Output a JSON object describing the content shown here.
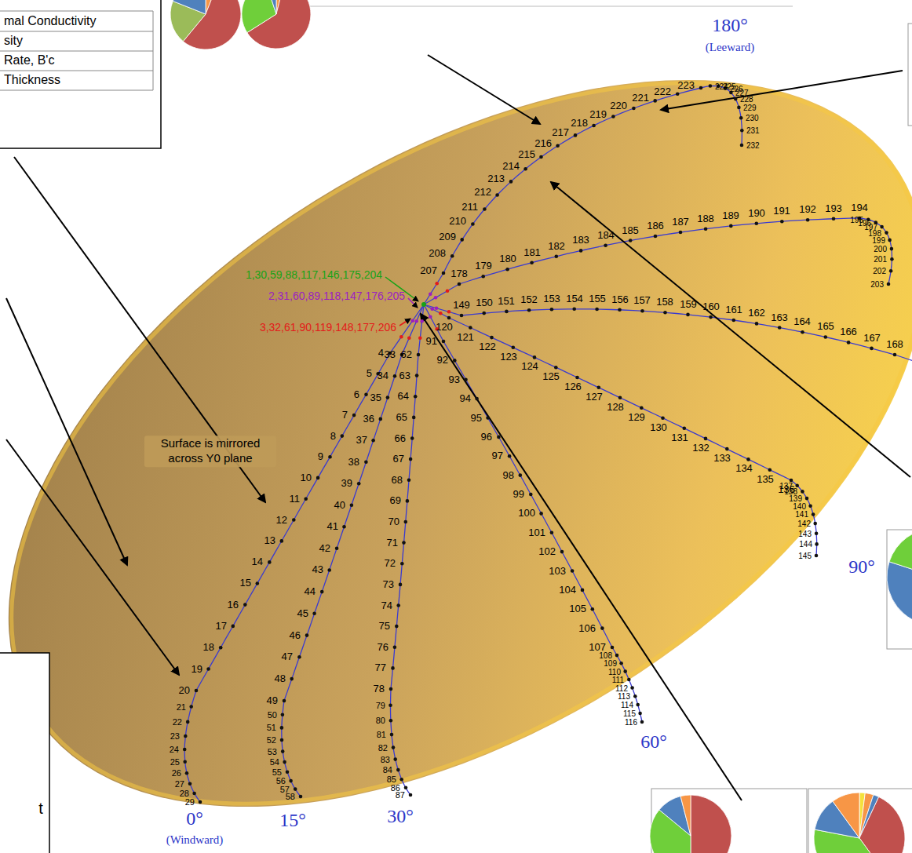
{
  "diagram": {
    "labels": [
      "mal Conductivity",
      "sity",
      "Rate, B'c",
      "Thickness",
      "180°",
      "(Leeward)",
      "Surface is mirrored across Y0 plane",
      "1,30,59,88,117,146,175,204",
      "2,31,60,89,118,147,176,205",
      "3,32,61,90,119,148,177,206",
      "90°",
      "60°",
      "0°",
      "(Windward)",
      "15°",
      "30°",
      "t",
      "4",
      "5",
      "6",
      "7",
      "8",
      "9",
      "10",
      "11",
      "12",
      "13",
      "14",
      "15",
      "16",
      "17",
      "18",
      "19",
      "20",
      "21",
      "22",
      "23",
      "24",
      "25",
      "26",
      "27",
      "28",
      "29",
      "33",
      "34",
      "35",
      "36",
      "37",
      "38",
      "39",
      "40",
      "41",
      "42",
      "43",
      "44",
      "45",
      "46",
      "47",
      "48",
      "49",
      "50",
      "51",
      "52",
      "53",
      "54",
      "55",
      "56",
      "57",
      "58",
      "62",
      "63",
      "64",
      "65",
      "66",
      "67",
      "68",
      "69",
      "70",
      "71",
      "72",
      "73",
      "74",
      "75",
      "76",
      "77",
      "78",
      "79",
      "80",
      "81",
      "82",
      "83",
      "84",
      "85",
      "86",
      "87",
      "91",
      "92",
      "93",
      "94",
      "95",
      "96",
      "97",
      "98",
      "99",
      "100",
      "101",
      "102",
      "103",
      "104",
      "105",
      "106",
      "107",
      "108",
      "109",
      "110",
      "111",
      "112",
      "113",
      "114",
      "115",
      "116",
      "120",
      "121",
      "122",
      "123",
      "124",
      "125",
      "126",
      "127",
      "128",
      "129",
      "130",
      "131",
      "132",
      "133",
      "134",
      "135",
      "136",
      "137",
      "138",
      "139",
      "140",
      "141",
      "142",
      "143",
      "144",
      "145",
      "149",
      "150",
      "151",
      "152",
      "153",
      "154",
      "155",
      "156",
      "157",
      "158",
      "159",
      "160",
      "161",
      "162",
      "163",
      "164",
      "165",
      "166",
      "167",
      "168",
      "178",
      "179",
      "180",
      "181",
      "182",
      "183",
      "184",
      "185",
      "186",
      "187",
      "188",
      "189",
      "190",
      "191",
      "192",
      "193",
      "194",
      "195",
      "196",
      "197",
      "198",
      "199",
      "200",
      "201",
      "202",
      "203",
      "207",
      "208",
      "209",
      "210",
      "211",
      "212",
      "213",
      "214",
      "215",
      "216",
      "217",
      "218",
      "219",
      "220",
      "221",
      "222",
      "223",
      "224",
      "225",
      "226",
      "227",
      "228",
      "229",
      "230",
      "231",
      "232"
    ]
  }
}
